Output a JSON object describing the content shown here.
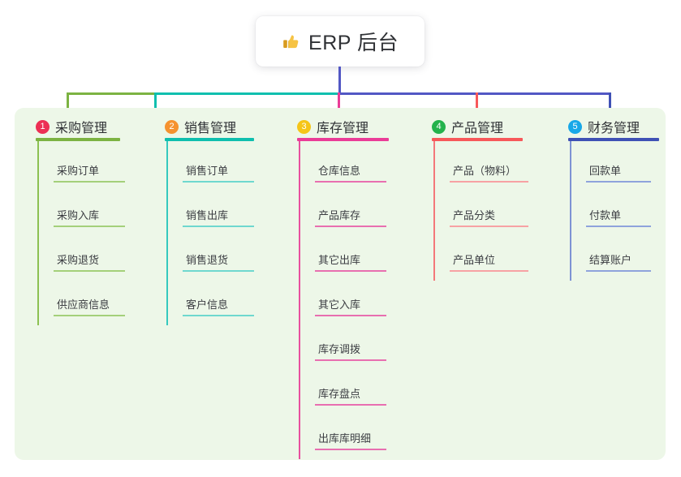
{
  "root": {
    "icon": "thumbs-up-icon",
    "title": "ERP 后台"
  },
  "palette": {
    "panel_bg": "#edf7e8",
    "page_bg": "#ffffff",
    "text": "#2f3135",
    "leaf_text": "#3b3d42",
    "root_stem": "#5257c4",
    "trunk_left_green": "#7cb342",
    "trunk_mid_teal": "#0fbfae",
    "trunk_right_blue": "#5257c4"
  },
  "columns": [
    {
      "number": "1",
      "title": "采购管理",
      "badge_color": "#ec2f54",
      "rule_color": "#7cb342",
      "spine_color": "#8cc152",
      "leaf_rule_color": "#a4d07a",
      "stub_color": "#7cb342",
      "items": [
        "采购订单",
        "采购入库",
        "采购退货",
        "供应商信息"
      ]
    },
    {
      "number": "2",
      "title": "销售管理",
      "badge_color": "#f5922f",
      "rule_color": "#0fbfae",
      "spine_color": "#35c9be",
      "leaf_rule_color": "#6fd8cf",
      "stub_color": "#0fbfae",
      "items": [
        "销售订单",
        "销售出库",
        "销售退货",
        "客户信息"
      ]
    },
    {
      "number": "3",
      "title": "库存管理",
      "badge_color": "#f5c518",
      "rule_color": "#ea3c97",
      "spine_color": "#e8509e",
      "leaf_rule_color": "#e86fb0",
      "stub_color": "#ea3c97",
      "items": [
        "仓库信息",
        "产品库存",
        "其它出库",
        "其它入库",
        "库存调拨",
        "库存盘点",
        "出库库明细"
      ]
    },
    {
      "number": "4",
      "title": "产品管理",
      "badge_color": "#24b24c",
      "rule_color": "#f7585a",
      "spine_color": "#f4787a",
      "leaf_rule_color": "#f7a2a4",
      "stub_color": "#f7585a",
      "items": [
        "产品（物料）",
        "产品分类",
        "产品单位"
      ]
    },
    {
      "number": "5",
      "title": "财务管理",
      "badge_color": "#18a8e8",
      "rule_color": "#3f51b5",
      "spine_color": "#7e93d4",
      "leaf_rule_color": "#8fa3dc",
      "stub_color": "#3f51b5",
      "items": [
        "回款单",
        "付款单",
        "结算账户"
      ]
    }
  ]
}
